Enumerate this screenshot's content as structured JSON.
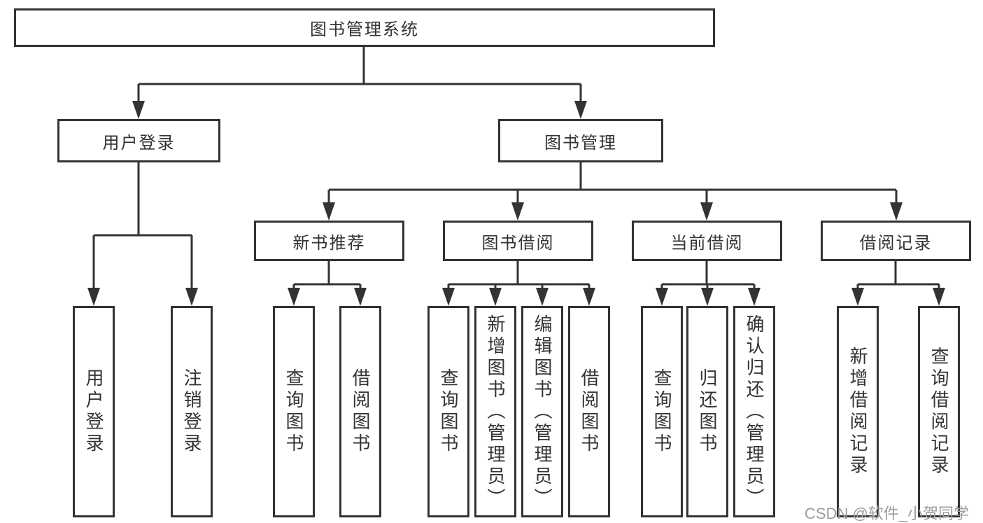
{
  "diagram": {
    "tree": {
      "label": "图书管理系统",
      "children": [
        {
          "label": "用户登录",
          "children": [
            {
              "label": "用户登录"
            },
            {
              "label": "注销登录"
            }
          ]
        },
        {
          "label": "图书管理",
          "children": [
            {
              "label": "新书推荐",
              "children": [
                {
                  "label": "查询图书"
                },
                {
                  "label": "借阅图书"
                }
              ]
            },
            {
              "label": "图书借阅",
              "children": [
                {
                  "label": "查询图书"
                },
                {
                  "label": "新增图书（管理员）"
                },
                {
                  "label": "编辑图书（管理员）"
                },
                {
                  "label": "借阅图书"
                }
              ]
            },
            {
              "label": "当前借阅",
              "children": [
                {
                  "label": "查询图书"
                },
                {
                  "label": "归还图书"
                },
                {
                  "label": "确认归还（管理员）"
                }
              ]
            },
            {
              "label": "借阅记录",
              "children": [
                {
                  "label": "新增借阅记录"
                },
                {
                  "label": "查询借阅记录"
                }
              ]
            }
          ]
        }
      ]
    },
    "colors": {
      "line": "#333333",
      "text": "#333333",
      "background": "#ffffff",
      "watermark": "#9b9ba1"
    }
  },
  "watermark": {
    "text": "CSDN @软件_小贺同学"
  }
}
